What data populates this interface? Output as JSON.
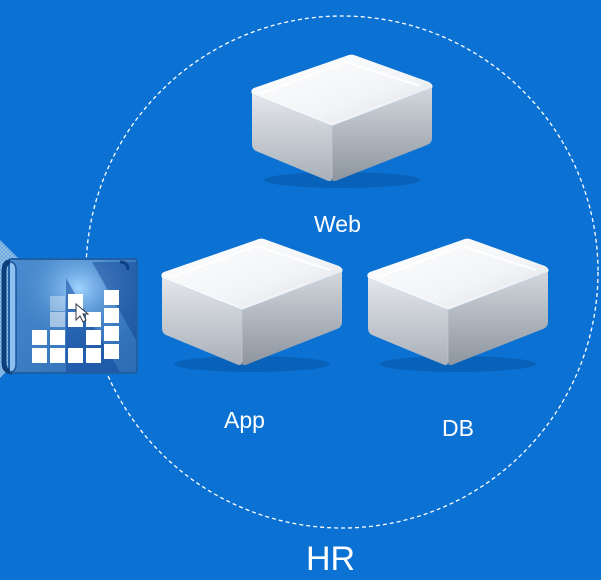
{
  "group": {
    "label": "HR"
  },
  "nodes": {
    "web": {
      "label": "Web",
      "icon": "server-box-icon"
    },
    "app": {
      "label": "App",
      "icon": "server-box-icon"
    },
    "db": {
      "label": "DB",
      "icon": "server-box-icon"
    }
  },
  "blueprint": {
    "icon": "blueprint-template-icon"
  },
  "colors": {
    "background": "#0b72d4",
    "boundary": "#ffffff",
    "text": "#ffffff"
  }
}
